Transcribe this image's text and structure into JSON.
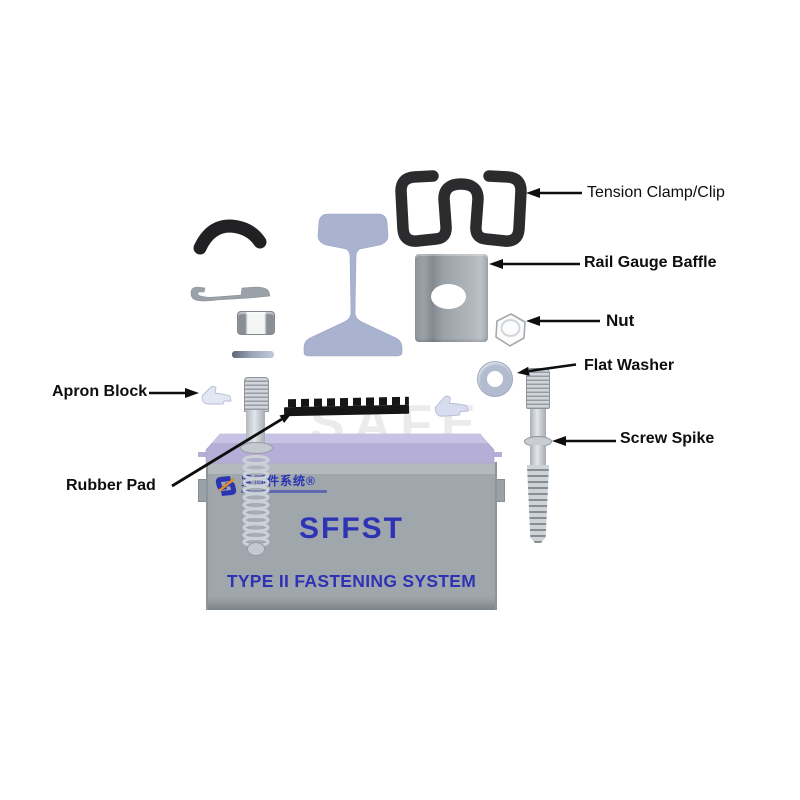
{
  "watermark": "SAFE",
  "labels": {
    "tension_clamp": "Tension Clamp/Clip",
    "rail_gauge_baffle": "Rail Gauge Baffle",
    "nut": "Nut",
    "flat_washer": "Flat Washer",
    "screw_spike": "Screw Spike",
    "apron_block": "Apron Block",
    "rubber_pad": "Rubber Pad"
  },
  "block": {
    "title": "SFFST",
    "subtitle": "TYPE II FASTENING SYSTEM",
    "logo_text": "紧固件系统®"
  },
  "colors": {
    "label_text": "#0e0e0e",
    "clip_black": "#2c2c2e",
    "rail_blue": "#a9b3d0",
    "part_gray": "#9aa1a7",
    "plate_purple": "#b5afd7",
    "block_gray": "#9fa7ad",
    "brand_blue": "#2d33b4",
    "washer_gray_blue": "#b3bccf",
    "rubber_black": "#161616",
    "spike_gray": "#c9cdd3"
  }
}
